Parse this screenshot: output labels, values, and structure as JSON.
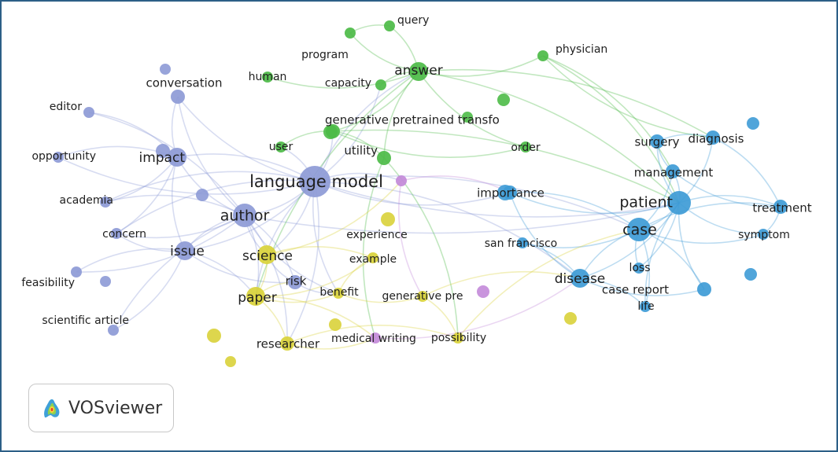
{
  "app": {
    "logo_text": "VOSviewer",
    "logo_icon": "vosviewer-logo-icon",
    "cluster_colors": {
      "purple": "#8d9ad6",
      "green": "#4cbb47",
      "blue": "#3e9bd6",
      "yellow": "#d9d23a",
      "violet": "#c38ad9"
    }
  },
  "network": {
    "nodes": [
      {
        "id": "query",
        "label": "query",
        "cluster": "green",
        "weight": 1
      },
      {
        "id": "program",
        "label": "program",
        "cluster": "green",
        "weight": 1
      },
      {
        "id": "physician",
        "label": "physician",
        "cluster": "green",
        "weight": 1
      },
      {
        "id": "answer",
        "label": "answer",
        "cluster": "green",
        "weight": 3
      },
      {
        "id": "human",
        "label": "human",
        "cluster": "green",
        "weight": 1
      },
      {
        "id": "capacity",
        "label": "capacity",
        "cluster": "green",
        "weight": 1
      },
      {
        "id": "gpt",
        "label": "generative pretrained transfo",
        "cluster": "green",
        "weight": 2
      },
      {
        "id": "user",
        "label": "user",
        "cluster": "green",
        "weight": 1
      },
      {
        "id": "utility",
        "label": "utility",
        "cluster": "green",
        "weight": 2
      },
      {
        "id": "order",
        "label": "order",
        "cluster": "green",
        "weight": 1
      },
      {
        "id": "conversation",
        "label": "conversation",
        "cluster": "purple",
        "weight": 2
      },
      {
        "id": "editor",
        "label": "editor",
        "cluster": "purple",
        "weight": 1
      },
      {
        "id": "opportunity",
        "label": "opportunity",
        "cluster": "purple",
        "weight": 1
      },
      {
        "id": "impact",
        "label": "impact",
        "cluster": "purple",
        "weight": 3
      },
      {
        "id": "language-model",
        "label": "language model",
        "cluster": "purple",
        "weight": 5
      },
      {
        "id": "academia",
        "label": "academia",
        "cluster": "purple",
        "weight": 1
      },
      {
        "id": "author",
        "label": "author",
        "cluster": "purple",
        "weight": 4
      },
      {
        "id": "concern",
        "label": "concern",
        "cluster": "purple",
        "weight": 1
      },
      {
        "id": "issue",
        "label": "issue",
        "cluster": "purple",
        "weight": 3
      },
      {
        "id": "feasibility",
        "label": "feasibility",
        "cluster": "purple",
        "weight": 1
      },
      {
        "id": "risk",
        "label": "risk",
        "cluster": "purple",
        "weight": 2
      },
      {
        "id": "scientific-article",
        "label": "scientific article",
        "cluster": "purple",
        "weight": 1
      },
      {
        "id": "experience",
        "label": "experience",
        "cluster": "violet",
        "weight": 1
      },
      {
        "id": "medical-writing",
        "label": "medical writing",
        "cluster": "violet",
        "weight": 1
      },
      {
        "id": "science",
        "label": "science",
        "cluster": "yellow",
        "weight": 3
      },
      {
        "id": "example",
        "label": "example",
        "cluster": "yellow",
        "weight": 1
      },
      {
        "id": "paper",
        "label": "paper",
        "cluster": "yellow",
        "weight": 3
      },
      {
        "id": "benefit",
        "label": "benefit",
        "cluster": "yellow",
        "weight": 1
      },
      {
        "id": "generative-pre",
        "label": "generative pre",
        "cluster": "yellow",
        "weight": 1
      },
      {
        "id": "researcher",
        "label": "researcher",
        "cluster": "yellow",
        "weight": 2
      },
      {
        "id": "possibility",
        "label": "possibility",
        "cluster": "yellow",
        "weight": 1
      },
      {
        "id": "importance",
        "label": "importance",
        "cluster": "blue",
        "weight": 2
      },
      {
        "id": "san-francisco",
        "label": "san francisco",
        "cluster": "blue",
        "weight": 1
      },
      {
        "id": "surgery",
        "label": "surgery",
        "cluster": "blue",
        "weight": 2
      },
      {
        "id": "diagnosis",
        "label": "diagnosis",
        "cluster": "blue",
        "weight": 2
      },
      {
        "id": "management",
        "label": "management",
        "cluster": "blue",
        "weight": 2
      },
      {
        "id": "patient",
        "label": "patient",
        "cluster": "blue",
        "weight": 4
      },
      {
        "id": "treatment",
        "label": "treatment",
        "cluster": "blue",
        "weight": 2
      },
      {
        "id": "case",
        "label": "case",
        "cluster": "blue",
        "weight": 4
      },
      {
        "id": "symptom",
        "label": "symptom",
        "cluster": "blue",
        "weight": 1
      },
      {
        "id": "disease",
        "label": "disease",
        "cluster": "blue",
        "weight": 3
      },
      {
        "id": "loss",
        "label": "loss",
        "cluster": "blue",
        "weight": 1
      },
      {
        "id": "case-report",
        "label": "case report",
        "cluster": "blue",
        "weight": 2
      },
      {
        "id": "life",
        "label": "life",
        "cluster": "blue",
        "weight": 1
      }
    ],
    "edges": [
      [
        "language-model",
        "author"
      ],
      [
        "language-model",
        "impact"
      ],
      [
        "language-model",
        "answer"
      ],
      [
        "language-model",
        "patient"
      ],
      [
        "language-model",
        "case"
      ],
      [
        "language-model",
        "paper"
      ],
      [
        "language-model",
        "science"
      ],
      [
        "language-model",
        "importance"
      ],
      [
        "language-model",
        "issue"
      ],
      [
        "language-model",
        "user"
      ],
      [
        "language-model",
        "conversation"
      ],
      [
        "language-model",
        "academia"
      ],
      [
        "language-model",
        "disease"
      ],
      [
        "language-model",
        "gpt"
      ],
      [
        "language-model",
        "experience"
      ],
      [
        "language-model",
        "benefit"
      ],
      [
        "language-model",
        "researcher"
      ],
      [
        "language-model",
        "concern"
      ],
      [
        "language-model",
        "opportunity"
      ],
      [
        "language-model",
        "capacity"
      ],
      [
        "author",
        "impact"
      ],
      [
        "author",
        "issue"
      ],
      [
        "author",
        "paper"
      ],
      [
        "author",
        "science"
      ],
      [
        "author",
        "risk"
      ],
      [
        "author",
        "editor"
      ],
      [
        "author",
        "concern"
      ],
      [
        "author",
        "academia"
      ],
      [
        "author",
        "feasibility"
      ],
      [
        "author",
        "scientific-article"
      ],
      [
        "author",
        "conversation"
      ],
      [
        "author",
        "patient"
      ],
      [
        "author",
        "researcher"
      ],
      [
        "author",
        "benefit"
      ],
      [
        "impact",
        "conversation"
      ],
      [
        "impact",
        "opportunity"
      ],
      [
        "impact",
        "academia"
      ],
      [
        "impact",
        "issue"
      ],
      [
        "impact",
        "concern"
      ],
      [
        "impact",
        "editor"
      ],
      [
        "issue",
        "concern"
      ],
      [
        "issue",
        "feasibility"
      ],
      [
        "issue",
        "scientific-article"
      ],
      [
        "issue",
        "risk"
      ],
      [
        "issue",
        "paper"
      ],
      [
        "answer",
        "query"
      ],
      [
        "answer",
        "program"
      ],
      [
        "answer",
        "physician"
      ],
      [
        "answer",
        "gpt"
      ],
      [
        "answer",
        "capacity"
      ],
      [
        "answer",
        "human"
      ],
      [
        "answer",
        "utility"
      ],
      [
        "answer",
        "patient"
      ],
      [
        "answer",
        "order"
      ],
      [
        "answer",
        "diagnosis"
      ],
      [
        "answer",
        "paper"
      ],
      [
        "gpt",
        "utility"
      ],
      [
        "gpt",
        "order"
      ],
      [
        "gpt",
        "patient"
      ],
      [
        "gpt",
        "user"
      ],
      [
        "physician",
        "patient"
      ],
      [
        "physician",
        "diagnosis"
      ],
      [
        "physician",
        "management"
      ],
      [
        "query",
        "program"
      ],
      [
        "utility",
        "possibility"
      ],
      [
        "utility",
        "medical-writing"
      ],
      [
        "patient",
        "case"
      ],
      [
        "patient",
        "diagnosis"
      ],
      [
        "patient",
        "surgery"
      ],
      [
        "patient",
        "management"
      ],
      [
        "patient",
        "treatment"
      ],
      [
        "patient",
        "symptom"
      ],
      [
        "patient",
        "disease"
      ],
      [
        "patient",
        "case-report"
      ],
      [
        "patient",
        "importance"
      ],
      [
        "patient",
        "life"
      ],
      [
        "patient",
        "loss"
      ],
      [
        "case",
        "disease"
      ],
      [
        "case",
        "case-report"
      ],
      [
        "case",
        "loss"
      ],
      [
        "case",
        "life"
      ],
      [
        "case",
        "symptom"
      ],
      [
        "case",
        "treatment"
      ],
      [
        "case",
        "importance"
      ],
      [
        "case",
        "san-francisco"
      ],
      [
        "case",
        "management"
      ],
      [
        "disease",
        "importance"
      ],
      [
        "disease",
        "case-report"
      ],
      [
        "disease",
        "life"
      ],
      [
        "disease",
        "san-francisco"
      ],
      [
        "diagnosis",
        "treatment"
      ],
      [
        "diagnosis",
        "surgery"
      ],
      [
        "management",
        "surgery"
      ],
      [
        "management",
        "treatment"
      ],
      [
        "treatment",
        "symptom"
      ],
      [
        "paper",
        "science"
      ],
      [
        "paper",
        "risk"
      ],
      [
        "paper",
        "benefit"
      ],
      [
        "paper",
        "researcher"
      ],
      [
        "paper",
        "example"
      ],
      [
        "paper",
        "medical-writing"
      ],
      [
        "science",
        "experience"
      ],
      [
        "science",
        "example"
      ],
      [
        "benefit",
        "generative-pre"
      ],
      [
        "benefit",
        "example"
      ],
      [
        "researcher",
        "medical-writing"
      ],
      [
        "researcher",
        "possibility"
      ],
      [
        "possibility",
        "generative-pre"
      ],
      [
        "possibility",
        "case"
      ],
      [
        "medical-writing",
        "disease"
      ],
      [
        "experience",
        "importance"
      ],
      [
        "experience",
        "generative-pre"
      ],
      [
        "generative-pre",
        "disease"
      ],
      [
        "risk",
        "benefit"
      ],
      [
        "risk",
        "science"
      ]
    ]
  }
}
